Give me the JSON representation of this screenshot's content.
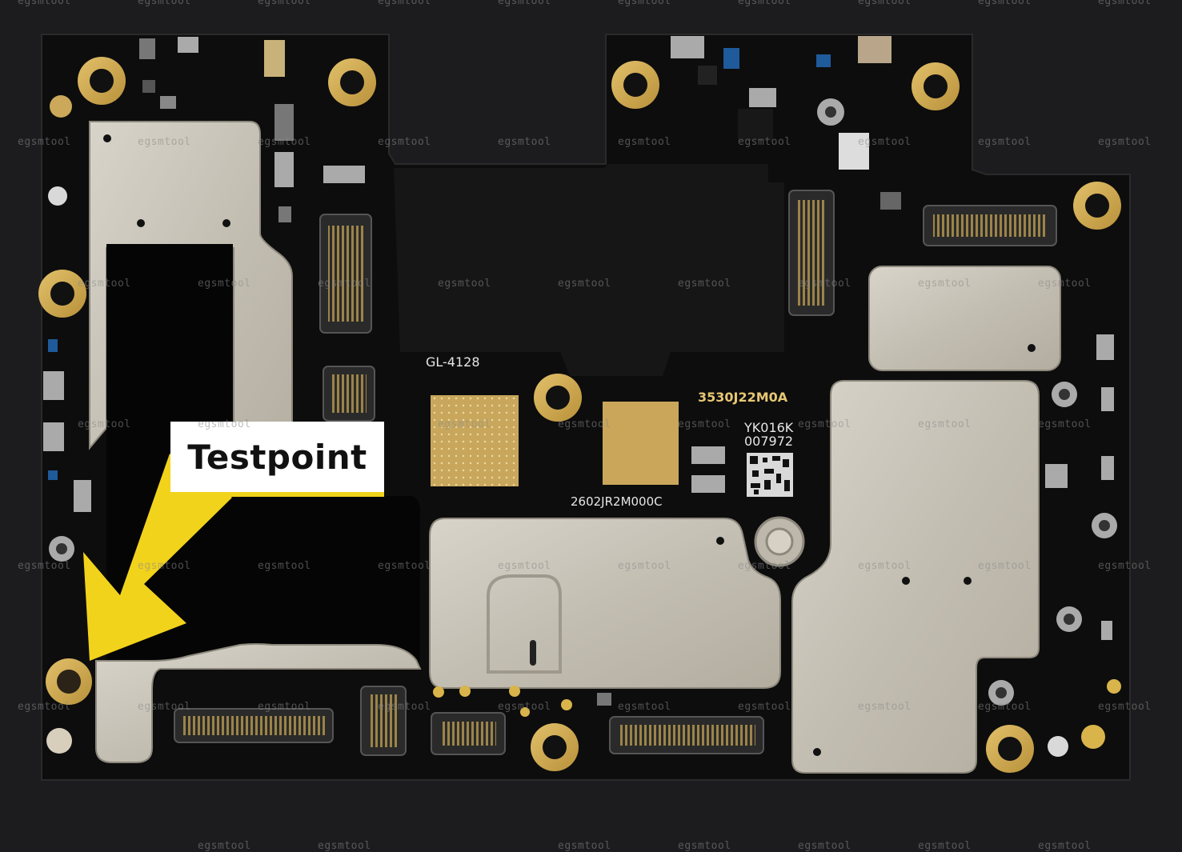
{
  "board": {
    "model_code": "GL-4128",
    "part_number": "3530J22M0A",
    "serial_line_1": "YK016K",
    "serial_line_2": "007972",
    "chip_code": "2602JR2M000C"
  },
  "annotation": {
    "label": "Testpoint",
    "arrow_color": "#f2d31c"
  },
  "watermark": {
    "text": "egsmtool"
  },
  "colors": {
    "background": "#1c1c1e",
    "pcb": "#0c0c0c",
    "gold": "#d9b44a",
    "shield": "#c9c4b8"
  }
}
